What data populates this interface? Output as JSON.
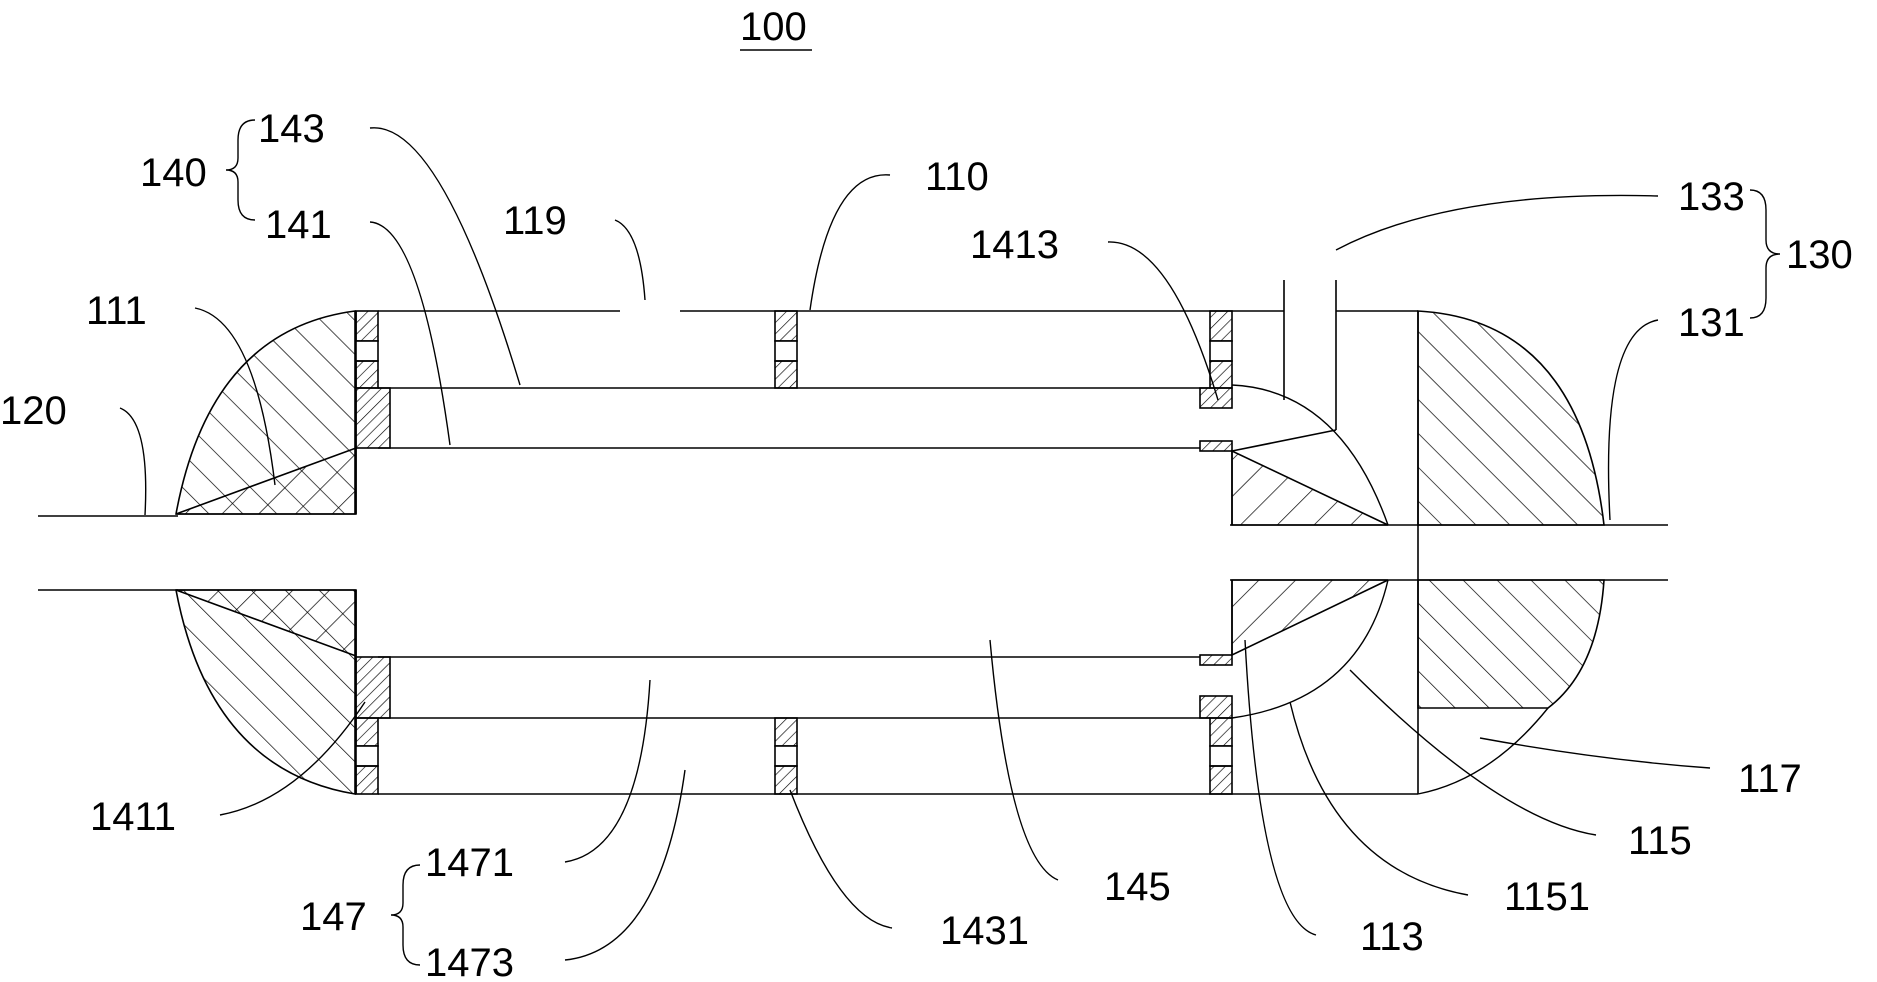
{
  "figure": {
    "title_number": "100"
  },
  "labels": {
    "l140": "140",
    "l143": "143",
    "l141": "141",
    "l119": "119",
    "l110": "110",
    "l1413": "1413",
    "l133": "133",
    "l130": "130",
    "l131": "131",
    "l111": "111",
    "l120": "120",
    "l117": "117",
    "l115": "115",
    "l1411": "1411",
    "l1151": "1151",
    "l145": "145",
    "l113": "113",
    "l1431": "1431",
    "l147": "147",
    "l1471": "1471",
    "l1473": "1473"
  }
}
